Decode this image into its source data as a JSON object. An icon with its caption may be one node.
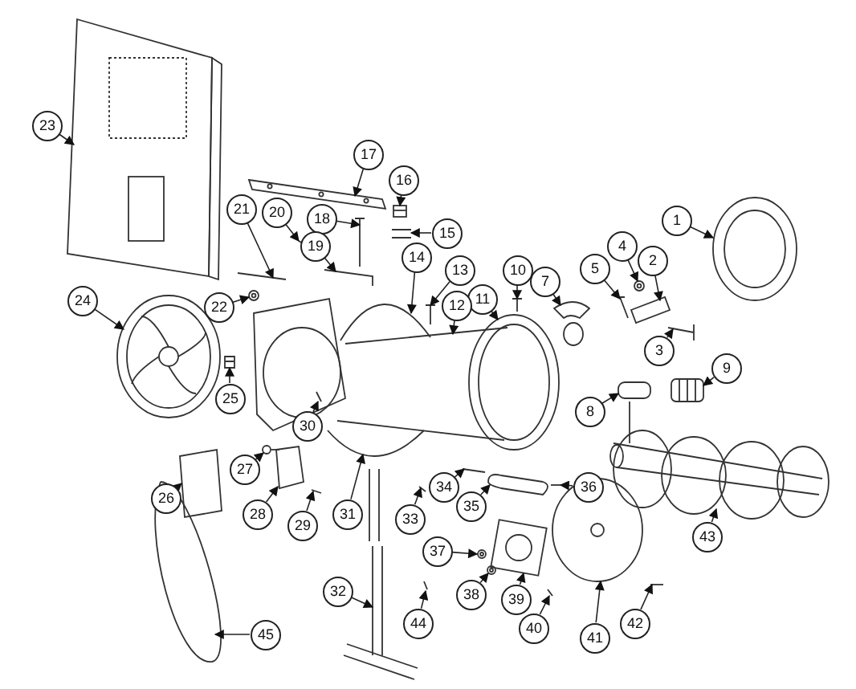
{
  "diagram": {
    "nodes": [
      {
        "text": [
          "1"
        ]
      },
      {
        "text": [
          "2"
        ]
      },
      {
        "text": [
          "3"
        ]
      },
      {
        "text": [
          "4"
        ]
      },
      {
        "text": [
          "5"
        ]
      },
      {
        "text": [
          "7"
        ]
      },
      {
        "text": [
          "8"
        ]
      },
      {
        "text": [
          "9"
        ]
      },
      {
        "text": [
          "10"
        ]
      },
      {
        "text": [
          "11"
        ]
      },
      {
        "text": [
          "12"
        ]
      },
      {
        "text": [
          "13"
        ]
      },
      {
        "text": [
          "14"
        ]
      },
      {
        "text": [
          "15"
        ]
      },
      {
        "text": [
          "16"
        ]
      },
      {
        "text": [
          "17"
        ]
      },
      {
        "text": [
          "18"
        ]
      },
      {
        "text": [
          "19"
        ]
      },
      {
        "text": [
          "20"
        ]
      },
      {
        "text": [
          "21"
        ]
      },
      {
        "text": [
          "22"
        ]
      },
      {
        "text": [
          "23"
        ]
      },
      {
        "text": [
          "24"
        ]
      },
      {
        "text": [
          "25"
        ]
      },
      {
        "text": [
          "26"
        ]
      },
      {
        "text": [
          "27"
        ]
      },
      {
        "text": [
          "28"
        ]
      },
      {
        "text": [
          "29"
        ]
      },
      {
        "text": [
          "30"
        ]
      },
      {
        "text": [
          "31"
        ]
      },
      {
        "text": [
          "32"
        ]
      },
      {
        "text": [
          "33"
        ]
      },
      {
        "text": [
          "34"
        ]
      },
      {
        "text": [
          "35"
        ]
      },
      {
        "text": [
          "36"
        ]
      },
      {
        "text": [
          "37"
        ]
      },
      {
        "text": [
          "38"
        ]
      },
      {
        "text": [
          "39"
        ]
      },
      {
        "text": [
          "40"
        ]
      },
      {
        "text": [
          "41"
        ]
      },
      {
        "text": [
          "42"
        ]
      },
      {
        "text": [
          "43"
        ]
      },
      {
        "text": [
          "44"
        ]
      },
      {
        "text": [
          "45"
        ]
      },
      {
        "text": [],
        "shape": "picture"
      },
      {
        "text": [],
        "shape": "picture"
      },
      {
        "text": [],
        "shape": "picture"
      },
      {
        "text": [],
        "shape": "picture"
      },
      {
        "text": [],
        "shape": "picture"
      },
      {
        "text": [],
        "shape": "picture"
      },
      {
        "text": [],
        "shape": "picture"
      },
      {
        "text": [],
        "shape": "picture"
      },
      {
        "text": [],
        "shape": "picture"
      },
      {
        "text": [],
        "shape": "picture"
      },
      {
        "text": [],
        "shape": "picture"
      },
      {
        "text": [],
        "shape": "picture"
      },
      {
        "text": [],
        "shape": "picture"
      },
      {
        "text": [],
        "shape": "picture"
      },
      {
        "text": [],
        "shape": "picture"
      },
      {
        "text": [],
        "shape": "picture"
      },
      {
        "text": [],
        "shape": "picture"
      },
      {
        "text": [],
        "shape": "picture"
      },
      {
        "text": [],
        "shape": "picture"
      },
      {
        "text": [],
        "shape": "picture"
      },
      {
        "text": [],
        "shape": "picture"
      },
      {
        "text": [],
        "shape": "picture"
      },
      {
        "text": [],
        "shape": "picture"
      },
      {
        "text": [],
        "shape": "picture"
      },
      {
        "text": [],
        "shape": "picture"
      },
      {
        "text": [],
        "shape": "picture"
      },
      {
        "text": [],
        "shape": "picture"
      },
      {
        "text": [],
        "shape": "picture"
      },
      {
        "text": [],
        "shape": "picture"
      },
      {
        "text": [],
        "shape": "picture"
      },
      {
        "text": [],
        "shape": "picture"
      },
      {
        "text": [],
        "shape": "picture"
      },
      {
        "text": [],
        "shape": "picture"
      },
      {
        "text": [],
        "shape": "picture"
      },
      {
        "text": [],
        "shape": "picture"
      },
      {
        "text": [],
        "shape": "picture"
      },
      {
        "text": [],
        "shape": "picture"
      },
      {
        "text": [],
        "shape": "picture"
      },
      {
        "text": [],
        "shape": "picture"
      },
      {
        "text": [],
        "shape": "picture"
      },
      {
        "text": [],
        "shape": "picture"
      },
      {
        "text": [],
        "shape": "picture"
      },
      {
        "text": [],
        "shape": "picture"
      },
      {
        "text": [],
        "shape": "picture"
      }
    ],
    "edges": [
      {
        "from": 0,
        "to": 44,
        "arrow": "to"
      },
      {
        "from": 1,
        "to": 45,
        "arrow": "to"
      },
      {
        "from": 2,
        "to": 46,
        "arrow": "to"
      },
      {
        "from": 3,
        "to": 47,
        "arrow": "to"
      },
      {
        "from": 4,
        "to": 48,
        "arrow": "to"
      },
      {
        "from": 5,
        "to": 49,
        "arrow": "to"
      },
      {
        "from": 6,
        "to": 50,
        "arrow": "to"
      },
      {
        "from": 7,
        "to": 51,
        "arrow": "to"
      },
      {
        "from": 8,
        "to": 52,
        "arrow": "to"
      },
      {
        "from": 9,
        "to": 53,
        "arrow": "to"
      },
      {
        "from": 10,
        "to": 54,
        "arrow": "to"
      },
      {
        "from": 11,
        "to": 55,
        "arrow": "to"
      },
      {
        "from": 12,
        "to": 56,
        "arrow": "to"
      },
      {
        "from": 13,
        "to": 57,
        "arrow": "to"
      },
      {
        "from": 14,
        "to": 58,
        "arrow": "to"
      },
      {
        "from": 15,
        "to": 59,
        "arrow": "to"
      },
      {
        "from": 16,
        "to": 60,
        "arrow": "to"
      },
      {
        "from": 17,
        "to": 61,
        "arrow": "to"
      },
      {
        "from": 18,
        "to": 62,
        "arrow": "to"
      },
      {
        "from": 19,
        "to": 63,
        "arrow": "to"
      },
      {
        "from": 20,
        "to": 64,
        "arrow": "to"
      },
      {
        "from": 21,
        "to": 65,
        "arrow": "to"
      },
      {
        "from": 22,
        "to": 66,
        "arrow": "to"
      },
      {
        "from": 23,
        "to": 67,
        "arrow": "to"
      },
      {
        "from": 24,
        "to": 68,
        "arrow": "to"
      },
      {
        "from": 25,
        "to": 69,
        "arrow": "to"
      },
      {
        "from": 26,
        "to": 70,
        "arrow": "to"
      },
      {
        "from": 27,
        "to": 71,
        "arrow": "to"
      },
      {
        "from": 28,
        "to": 72,
        "arrow": "to"
      },
      {
        "from": 29,
        "to": 73,
        "arrow": "to"
      },
      {
        "from": 30,
        "to": 74,
        "arrow": "to"
      },
      {
        "from": 31,
        "to": 75,
        "arrow": "to"
      },
      {
        "from": 32,
        "to": 76,
        "arrow": "to"
      },
      {
        "from": 33,
        "to": 77,
        "arrow": "to"
      },
      {
        "from": 34,
        "to": 78,
        "arrow": "to"
      },
      {
        "from": 35,
        "to": 79,
        "arrow": "to"
      },
      {
        "from": 36,
        "to": 80,
        "arrow": "to"
      },
      {
        "from": 37,
        "to": 81,
        "arrow": "to"
      },
      {
        "from": 38,
        "to": 82,
        "arrow": "to"
      },
      {
        "from": 39,
        "to": 83,
        "arrow": "to"
      },
      {
        "from": 40,
        "to": 84,
        "arrow": "to"
      },
      {
        "from": 41,
        "to": 85,
        "arrow": "to"
      },
      {
        "from": 42,
        "to": 86,
        "arrow": "to"
      },
      {
        "from": 43,
        "to": 87,
        "arrow": "to"
      }
    ]
  }
}
